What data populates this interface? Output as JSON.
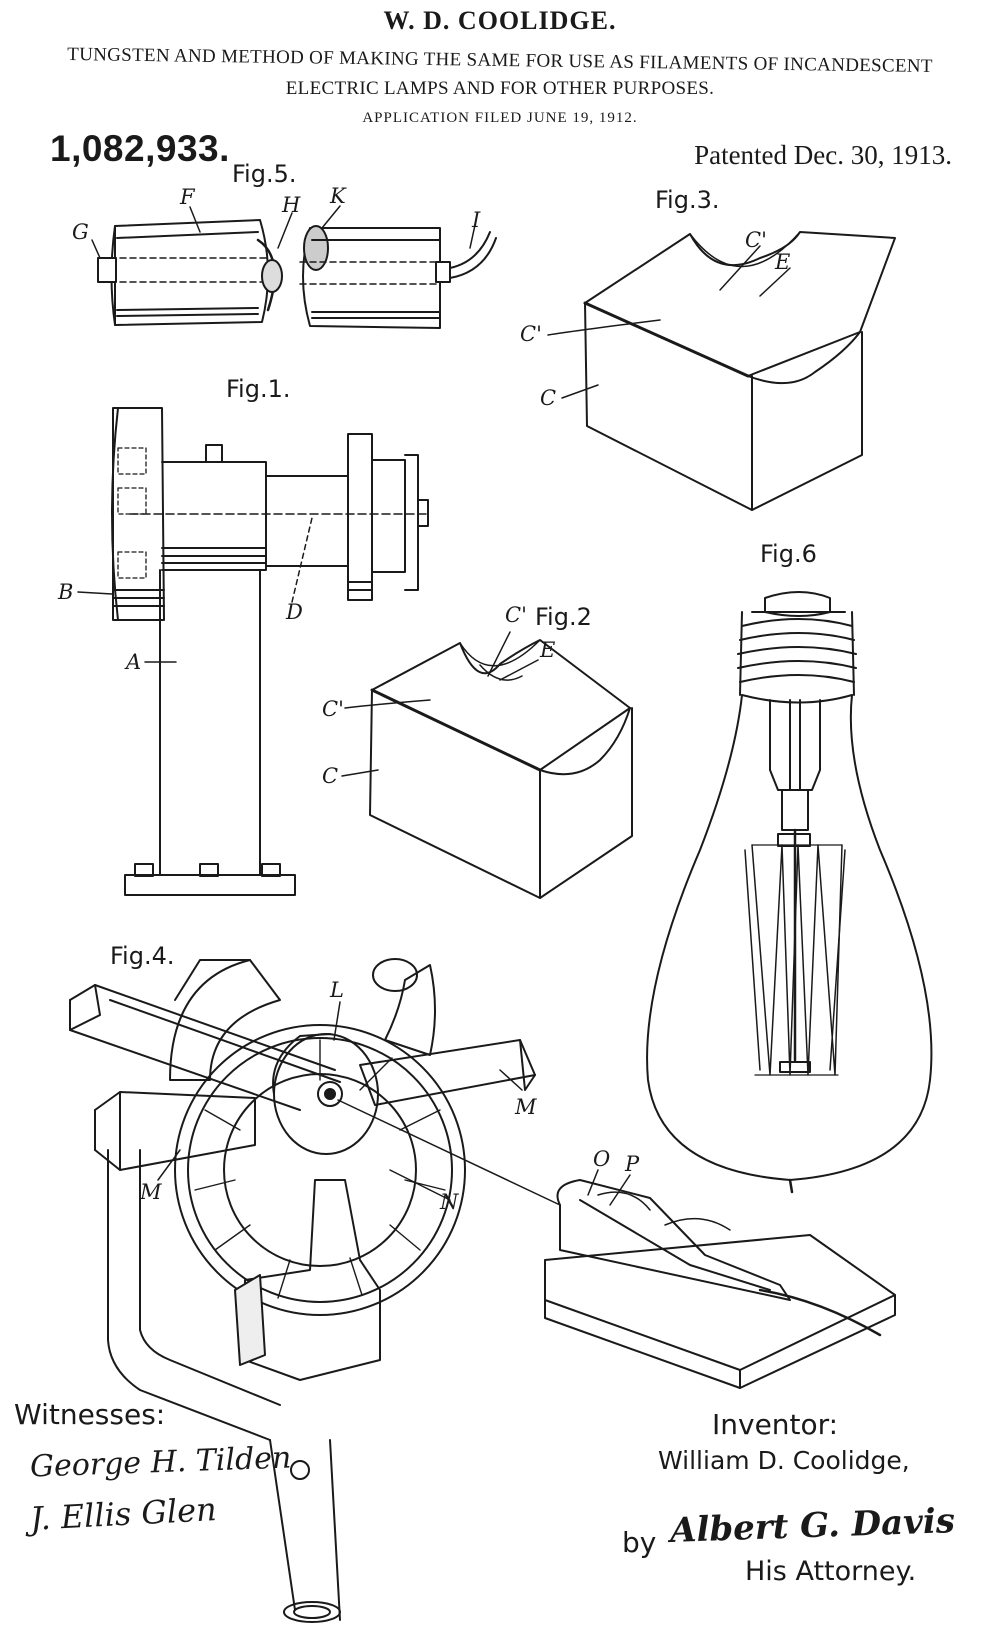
{
  "header": {
    "inventor": "W. D. COOLIDGE.",
    "title_line1": "TUNGSTEN AND METHOD OF MAKING THE SAME FOR USE AS FILAMENTS OF INCANDESCENT",
    "title_line2": "ELECTRIC LAMPS AND FOR OTHER PURPOSES.",
    "application": "APPLICATION FILED JUNE 19, 1912.",
    "patent_number": "1,082,933.",
    "patent_date": "Patented Dec. 30, 1913."
  },
  "figures": {
    "fig1": "Fig.1.",
    "fig2": "Fig.2",
    "fig3": "Fig.3.",
    "fig4": "Fig.4.",
    "fig5": "Fig.5.",
    "fig6": "Fig.6"
  },
  "labels": {
    "A": "A",
    "B": "B",
    "C": "C",
    "C_prime": "C'",
    "D": "D",
    "E": "E",
    "F": "F",
    "G": "G",
    "H": "H",
    "I": "I",
    "K": "K",
    "L": "L",
    "M": "M",
    "N": "N",
    "O": "O",
    "P": "P"
  },
  "footer": {
    "witnesses_label": "Witnesses:",
    "witness1": "George H. Tilden",
    "witness2": "J. Ellis Glen",
    "inventor_label": "Inventor:",
    "inventor_name": "William D. Coolidge,",
    "by": "by",
    "attorney_signature": "Albert G. Davis",
    "attorney_label": "His Attorney."
  }
}
